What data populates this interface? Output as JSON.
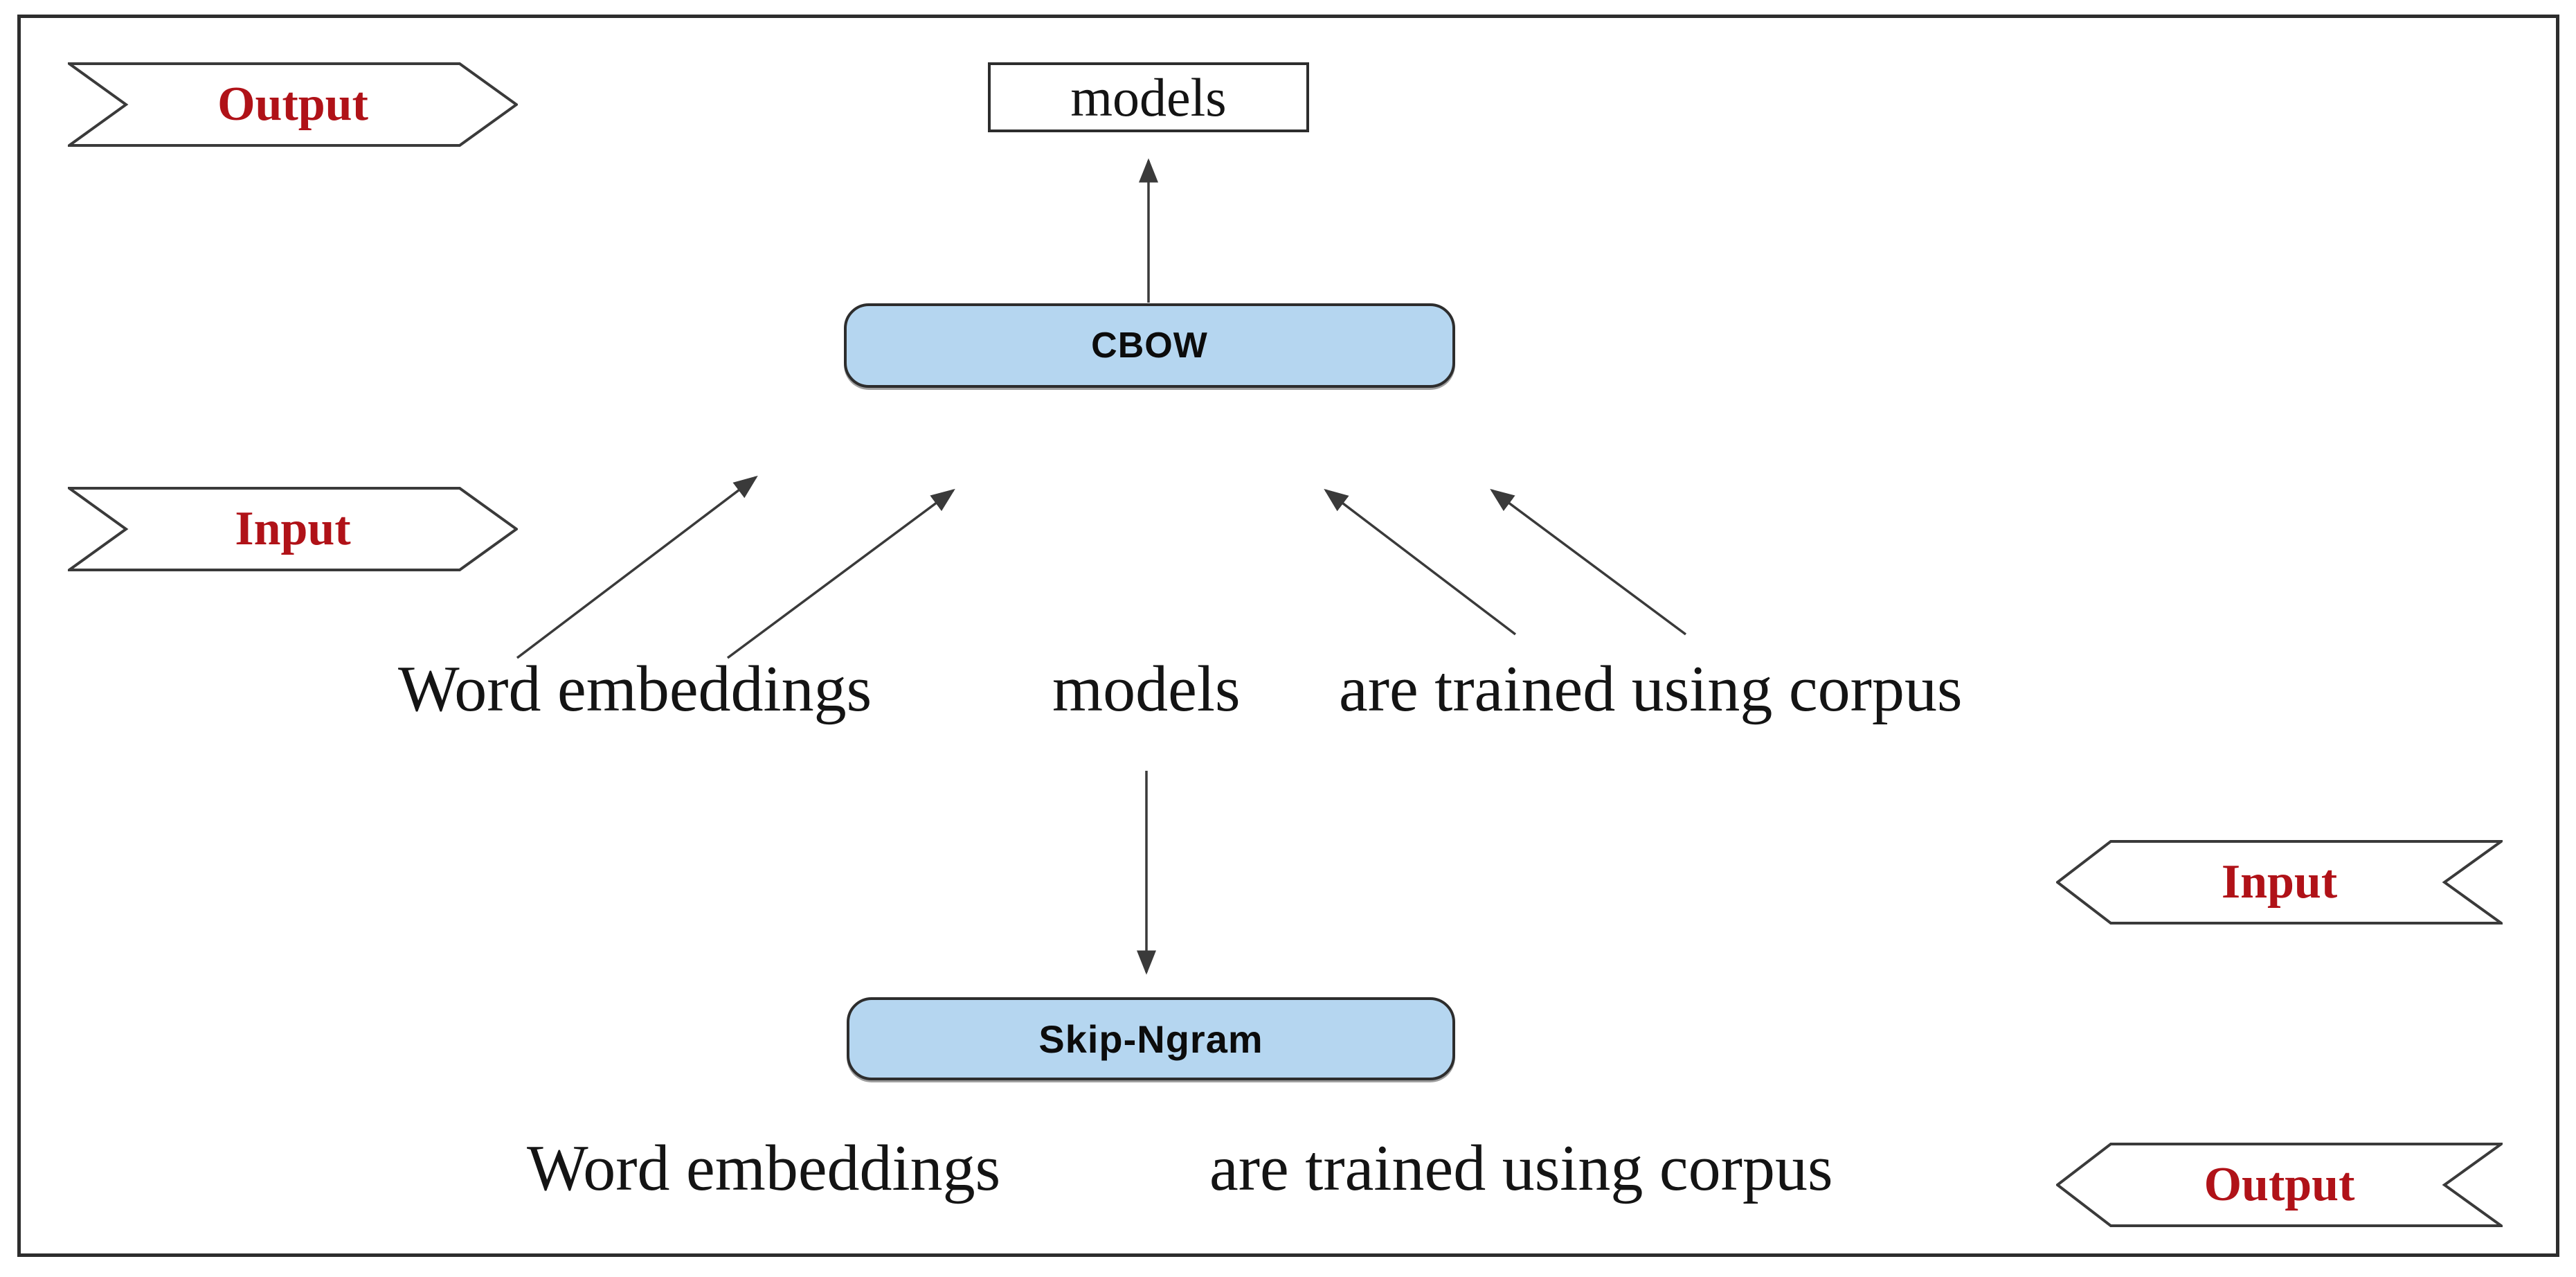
{
  "diagram": {
    "banners": {
      "top_left": {
        "label": "Output",
        "direction": "right"
      },
      "mid_left": {
        "label": "Input",
        "direction": "right"
      },
      "right_input": {
        "label": "Input",
        "direction": "left"
      },
      "bottom_right": {
        "label": "Output",
        "direction": "left"
      }
    },
    "nodes": {
      "models_box": {
        "label": "models"
      },
      "cbow": {
        "label": "CBOW"
      },
      "skip_ngram": {
        "label": "Skip-Ngram"
      }
    },
    "top_sentence": {
      "w1": "Word embeddings",
      "w2": "models",
      "w3": "are trained using corpus"
    },
    "bottom_sentence": {
      "w1": "Word embeddings",
      "w2": "are trained using corpus"
    },
    "colors": {
      "label_red": "#b01218",
      "node_fill_blue": "#b5d6f0",
      "line_dark": "#3a3a3a",
      "frame_dark": "#2d2d2d"
    }
  }
}
